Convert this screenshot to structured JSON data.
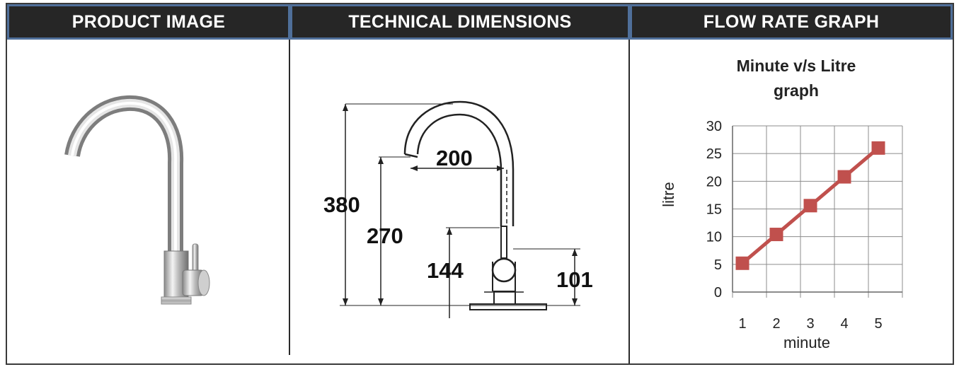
{
  "headers": {
    "product": "PRODUCT IMAGE",
    "dimensions": "TECHNICAL DIMENSIONS",
    "flow": "FLOW RATE GRAPH"
  },
  "dimensions": {
    "overall_height": "380",
    "spout_height": "270",
    "reach": "200",
    "lever_height": "144",
    "body_height": "101"
  },
  "chart_data": {
    "type": "line",
    "title_line1": "Minute v/s Litre",
    "title_line2": "graph",
    "xlabel": "minute",
    "ylabel": "litre",
    "categories": [
      "1",
      "2",
      "3",
      "4",
      "5"
    ],
    "values": [
      5.2,
      10.4,
      15.6,
      20.8,
      26.0
    ],
    "ylim": [
      0,
      30
    ],
    "yticks": [
      "0",
      "5",
      "10",
      "15",
      "20",
      "25",
      "30"
    ],
    "grid": true,
    "series_color": "#c0504d"
  }
}
